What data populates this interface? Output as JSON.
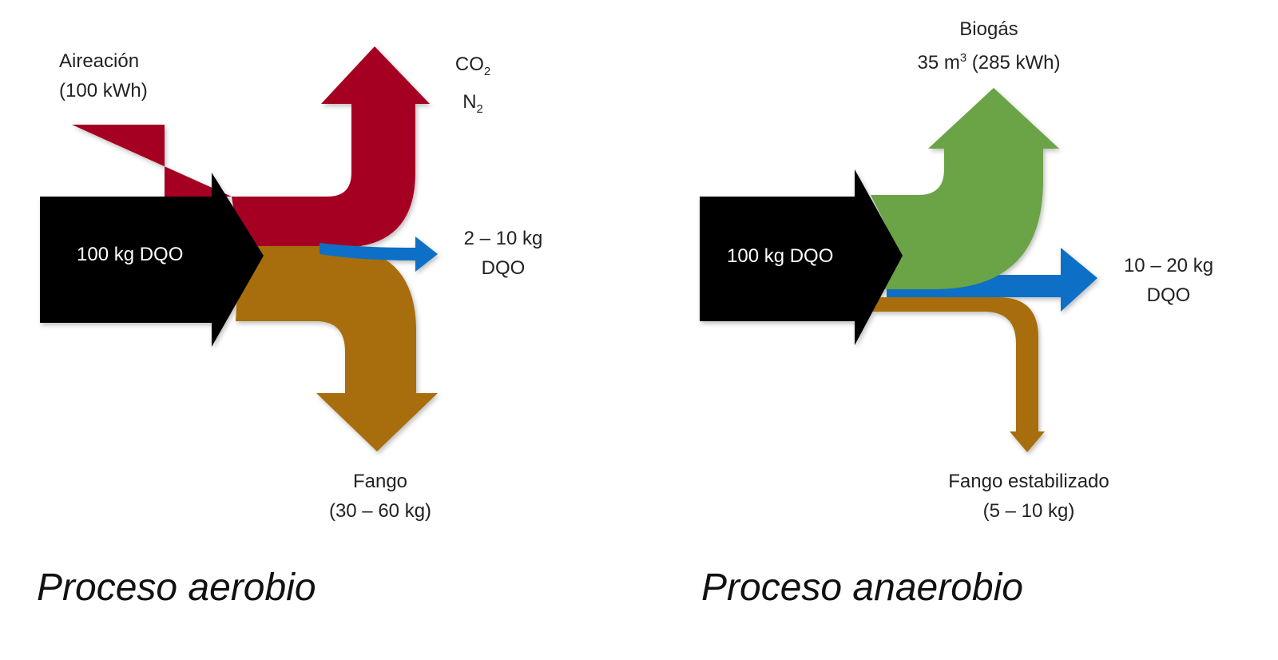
{
  "colors": {
    "input": "#000000",
    "gas_aerobic": "#a50021",
    "biogas": "#6ba446",
    "effluent": "#0f6fc6",
    "sludge": "#a86e0a",
    "text": "#222222"
  },
  "aerobic": {
    "title": "Proceso aerobio",
    "input_label": "100 kg DQO",
    "aeration": {
      "line1": "Aireación",
      "line2": "(100 kWh)"
    },
    "gases": {
      "co2_base": "CO",
      "co2_sub": "2",
      "n2_base": "N",
      "n2_sub": "2"
    },
    "effluent": {
      "line1": "2 – 10 kg",
      "line2": "DQO"
    },
    "sludge": {
      "line1": "Fango",
      "line2": "(30 – 60 kg)"
    }
  },
  "anaerobic": {
    "title": "Proceso anaerobio",
    "input_label": "100 kg DQO",
    "biogas": {
      "line1": "Biogás",
      "line2_prefix": "35 m",
      "line2_sup": "3",
      "line2_suffix": " (285 kWh)"
    },
    "effluent": {
      "line1": "10 – 20 kg",
      "line2": "DQO"
    },
    "sludge": {
      "line1": "Fango estabilizado",
      "line2": "(5 – 10 kg)"
    }
  }
}
